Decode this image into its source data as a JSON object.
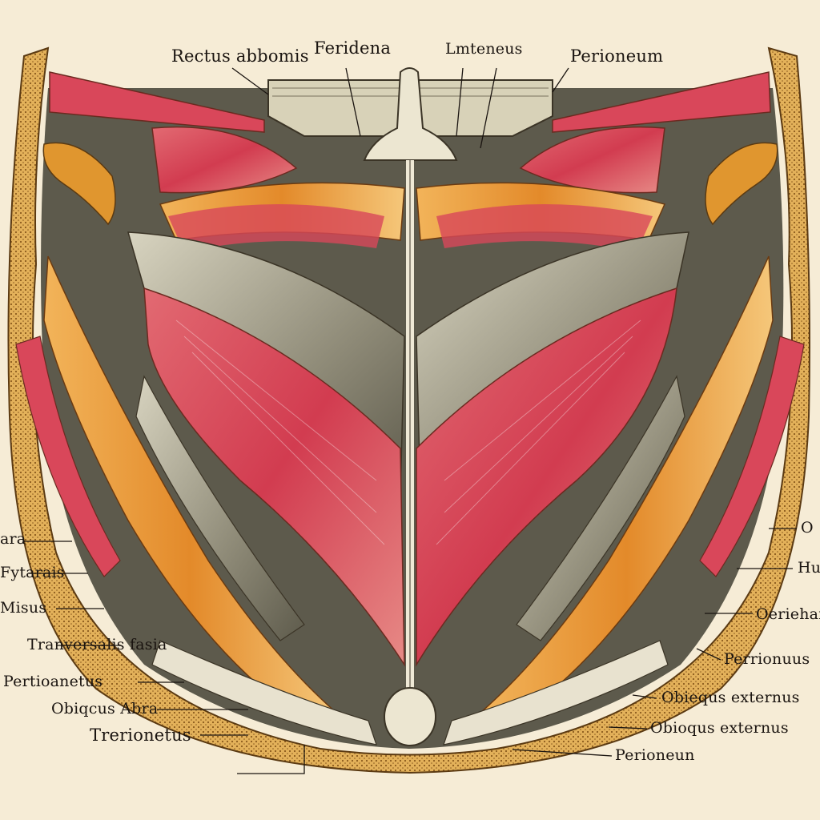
{
  "colors": {
    "background": "#f6ecd6",
    "muscle_red": "#d9475a",
    "muscle_orange": "#e8952f",
    "fascia_grey": "#8e8a78",
    "tendon_cream": "#e8e2cf",
    "bone_ochre": "#d9a23c",
    "ink": "#1a1410"
  },
  "labels": {
    "top_1": "Rectus abbomis",
    "top_2": "Feridena",
    "top_3": "Lmteneus",
    "top_4": "Perioneum",
    "left_1": "ara",
    "left_2": "Fytarais",
    "left_3": "Misus",
    "left_4": "Tranversalis fasia",
    "left_5": "Pertioanetus",
    "left_6": "Obiqcus Abra",
    "left_7": "Trerionetus",
    "right_1": "O",
    "right_2": "Hu",
    "right_3": "Oeriehar",
    "right_4": "Perrionuus",
    "right_5": "Obiequs externus",
    "right_6": "Obioqus externus",
    "right_7": "Perioneun"
  }
}
